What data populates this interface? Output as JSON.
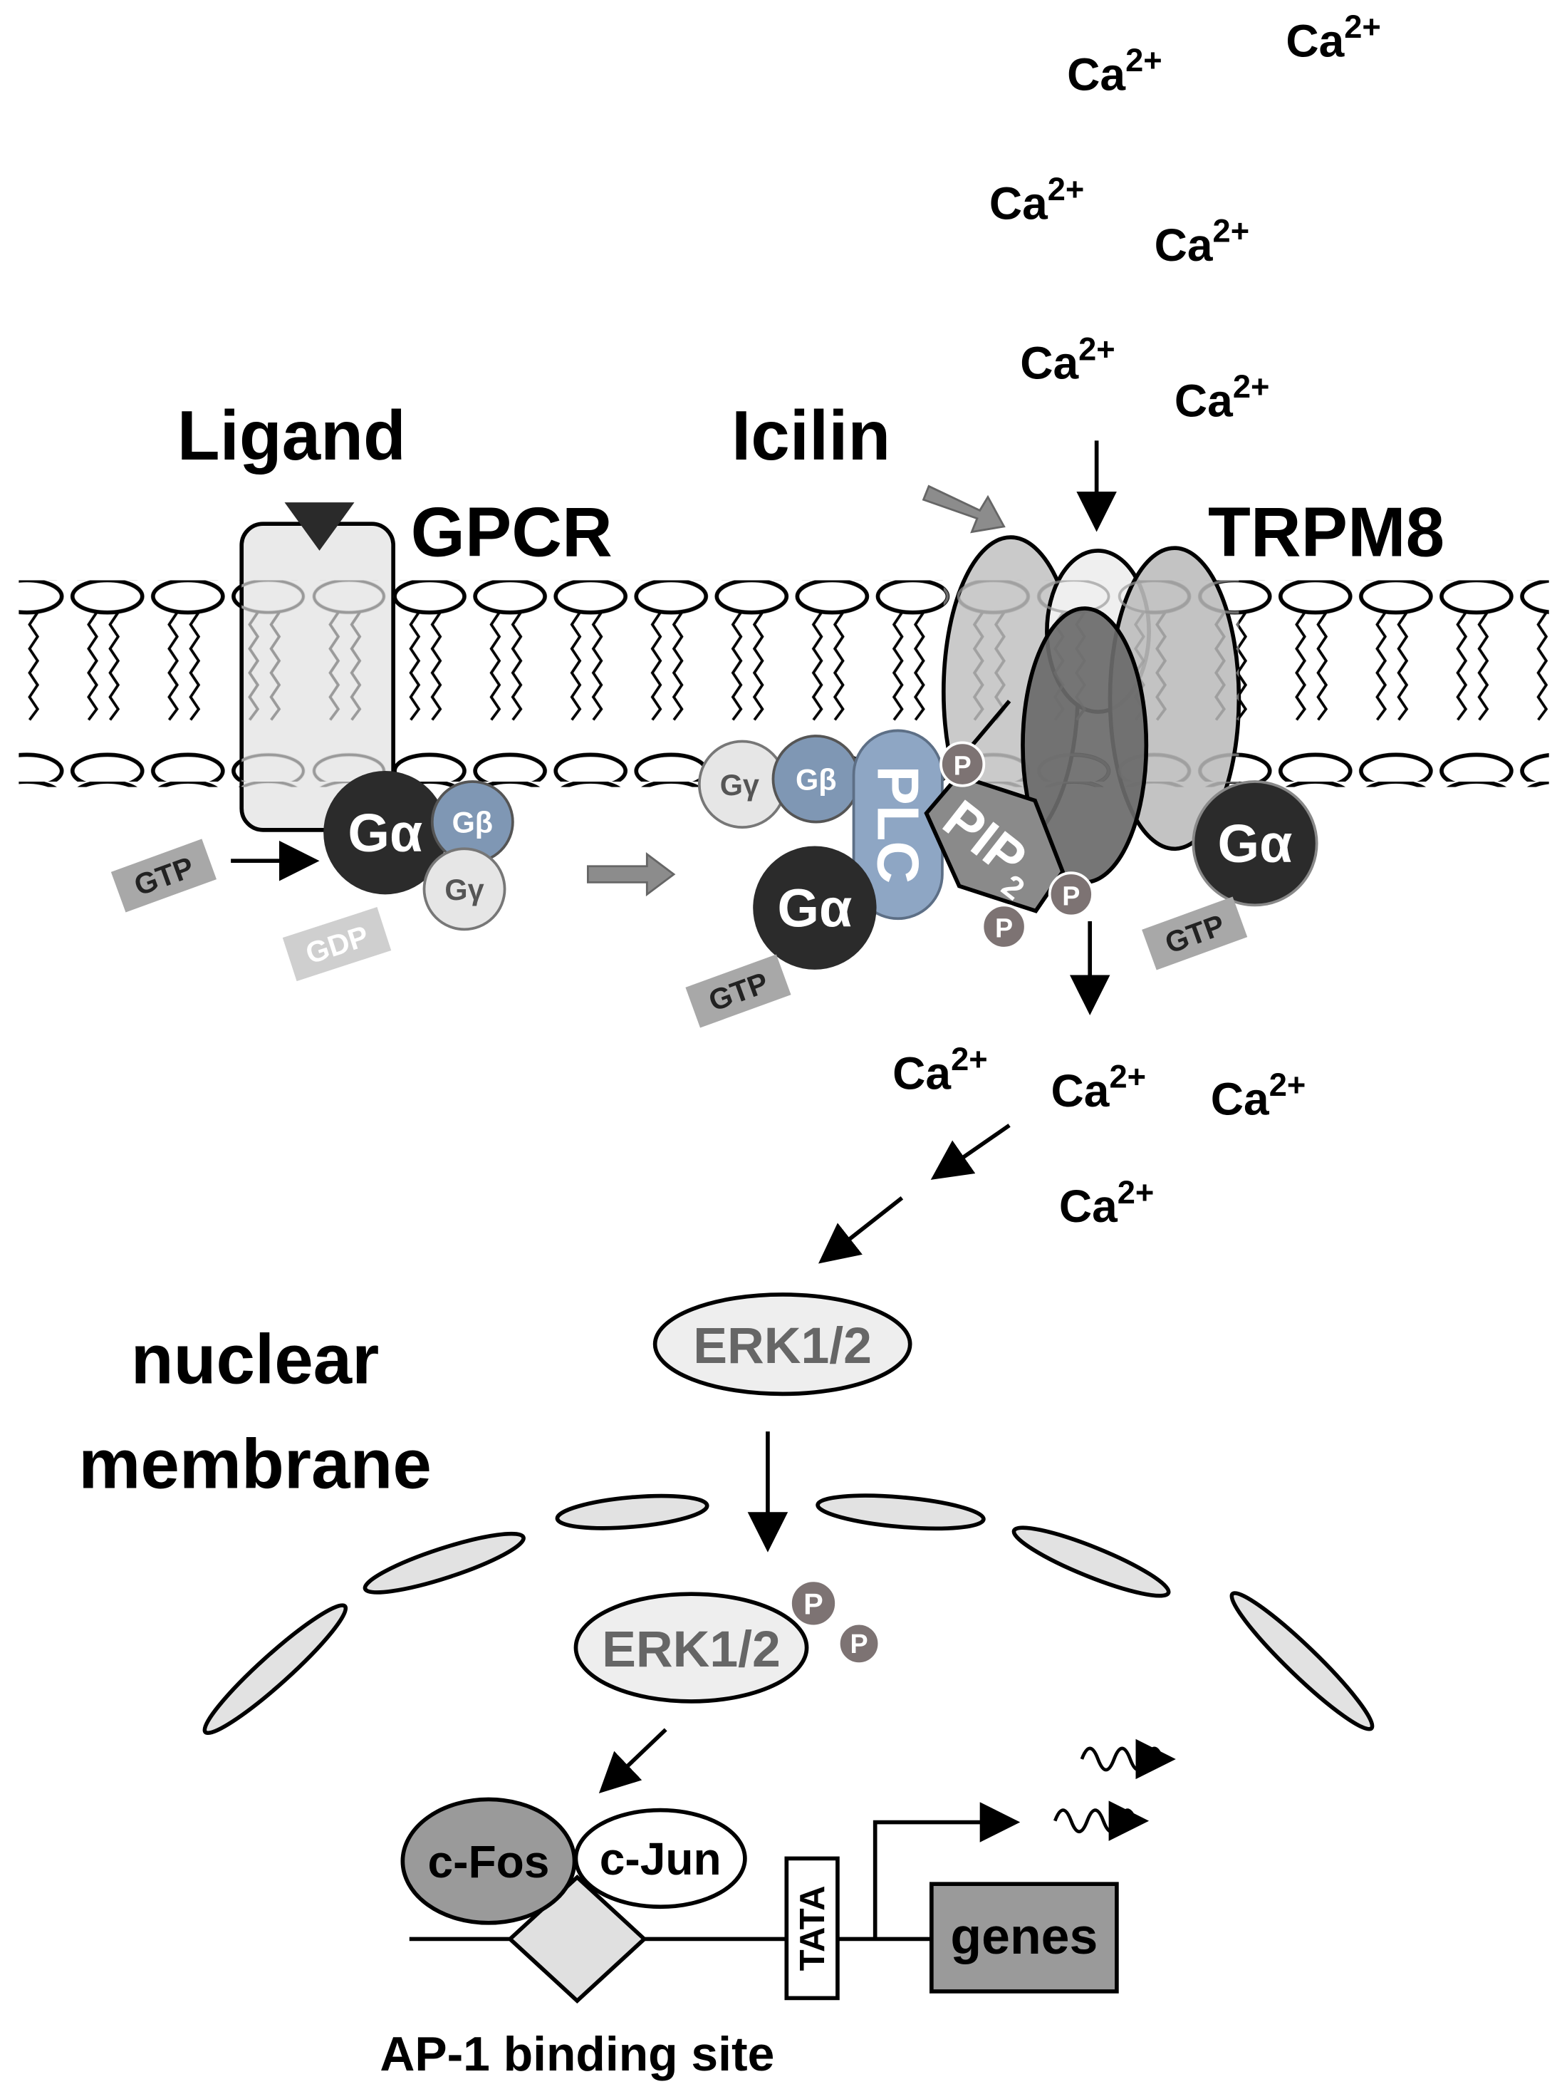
{
  "labels": {
    "ligand": "Ligand",
    "gpcr": "GPCR",
    "icilin": "Icilin",
    "trpm8": "TRPM8",
    "nuclear_line1": "nuclear",
    "nuclear_line2": "membrane",
    "ap1": "AP-1 binding site"
  },
  "ions": {
    "base": "Ca",
    "charge": "2+"
  },
  "proteins": {
    "g_alpha": "Gα",
    "g_beta": "Gβ",
    "g_gamma": "Gγ",
    "plc": "PLC",
    "pip2_base": "PIP",
    "pip2_sub": "2",
    "phospho": "P",
    "erk": "ERK1/2",
    "cfos": "c-Fos",
    "cjun": "c-Jun",
    "tata": "TATA",
    "genes": "genes"
  },
  "nucleotides": {
    "gtp": "GTP",
    "gdp": "GDP"
  },
  "colors": {
    "g_alpha": "#2b2b2b",
    "g_beta": "#7f97b4",
    "g_gamma": "#e6e6e6",
    "plc": "#8ea6c4",
    "pip2": "#8a8a8a",
    "phospho": "#7d7373",
    "channel_light": "#c4c4c4",
    "channel_dark": "#6a6a6a",
    "erk_fill": "#eeeeee",
    "cfos": "#9a9a9a",
    "genes": "#9a9a9a",
    "nuclear_segment": "#e2e2e2"
  }
}
